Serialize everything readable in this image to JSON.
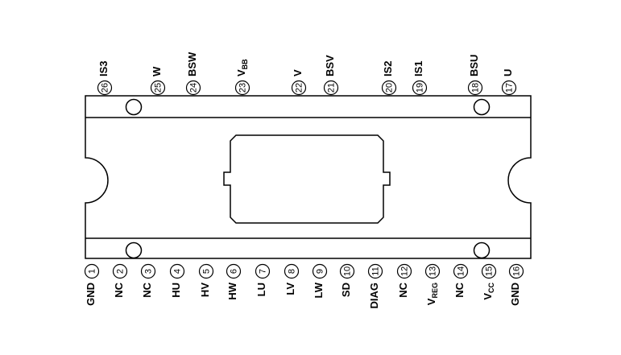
{
  "top_pins": [
    {
      "number": "26",
      "label": "IS3"
    },
    {
      "number": "25",
      "label": "W"
    },
    {
      "number": "24",
      "label": "BSW"
    },
    {
      "number": "23",
      "label": "V",
      "subscript": "BB"
    },
    {
      "number": "22",
      "label": "V"
    },
    {
      "number": "21",
      "label": "BSV"
    },
    {
      "number": "20",
      "label": "IS2"
    },
    {
      "number": "19",
      "label": "IS1"
    },
    {
      "number": "18",
      "label": "BSU"
    },
    {
      "number": "17",
      "label": "U"
    }
  ],
  "bottom_pins": [
    {
      "number": "1",
      "label": "GND"
    },
    {
      "number": "2",
      "label": "NC"
    },
    {
      "number": "3",
      "label": "NC"
    },
    {
      "number": "4",
      "label": "HU"
    },
    {
      "number": "5",
      "label": "HV"
    },
    {
      "number": "6",
      "label": "HW"
    },
    {
      "number": "7",
      "label": "LU"
    },
    {
      "number": "8",
      "label": "LV"
    },
    {
      "number": "9",
      "label": "LW"
    },
    {
      "number": "10",
      "label": "SD"
    },
    {
      "number": "11",
      "label": "DIAG"
    },
    {
      "number": "12",
      "label": "NC"
    },
    {
      "number": "13",
      "label": "V",
      "subscript": "REG"
    },
    {
      "number": "14",
      "label": "NC"
    },
    {
      "number": "15",
      "label": "V",
      "subscript": "CC"
    },
    {
      "number": "16",
      "label": "GND"
    }
  ]
}
